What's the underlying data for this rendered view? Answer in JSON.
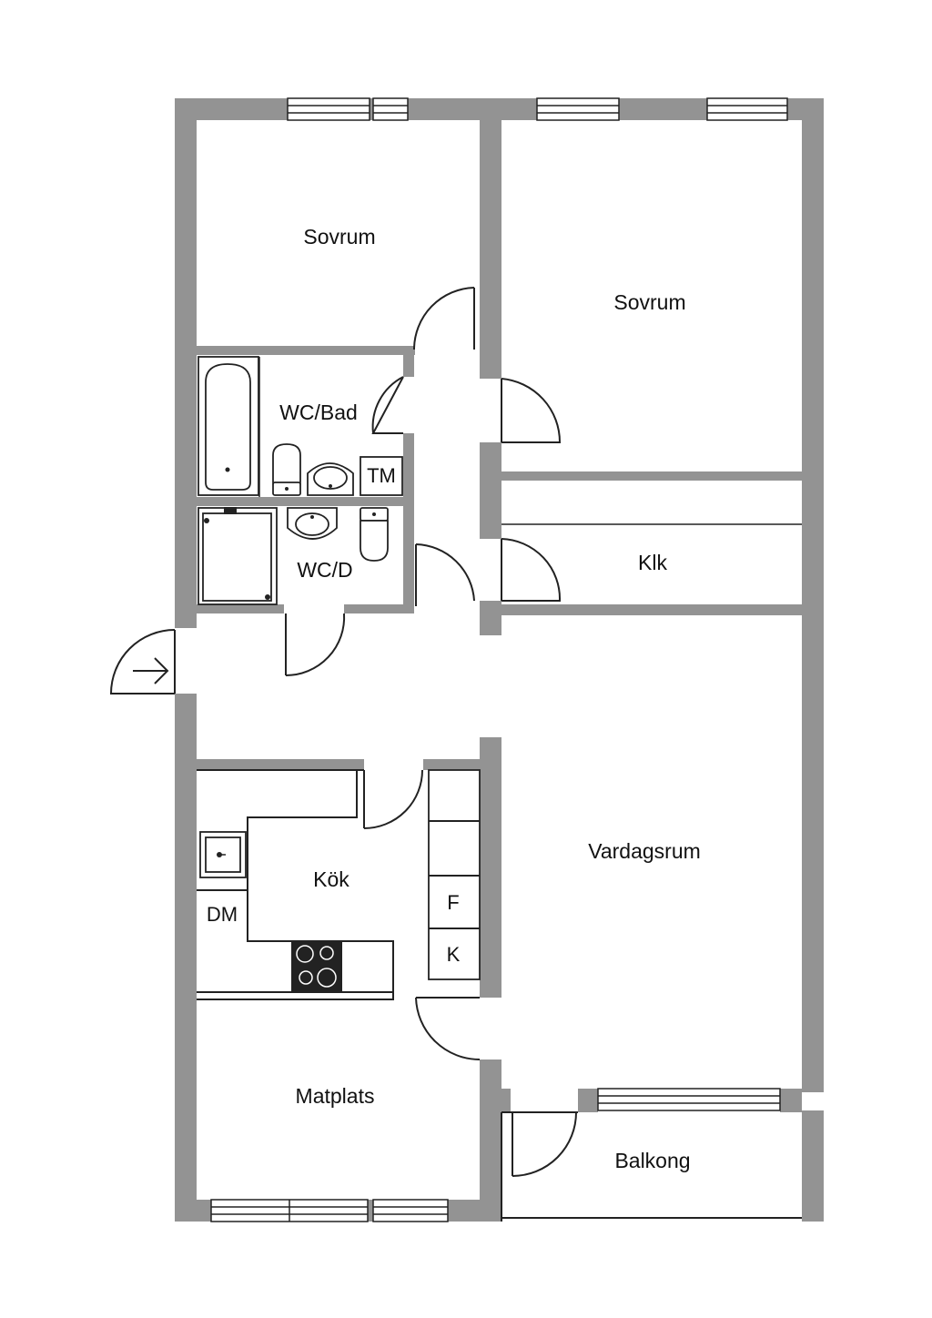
{
  "rooms": {
    "sovrum_1": "Sovrum",
    "sovrum_2": "Sovrum",
    "wc_bad": "WC/Bad",
    "wc_d": "WC/D",
    "klk": "Klk",
    "kok": "Kök",
    "vardagsrum": "Vardagsrum",
    "matplats": "Matplats",
    "balkong": "Balkong"
  },
  "fixtures": {
    "tm": "TM",
    "dm": "DM",
    "f": "F",
    "k": "K"
  },
  "colors": {
    "wall": "#939393",
    "line": "#222222",
    "background": "#ffffff"
  }
}
